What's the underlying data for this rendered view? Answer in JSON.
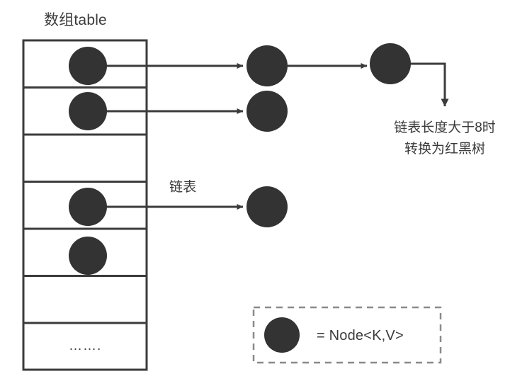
{
  "diagram": {
    "title": "数组table",
    "background_color": "#ffffff",
    "node_color": "#333333",
    "line_color": "#3b3b3b",
    "text_color": "#3b3b3b",
    "legend_border_color": "#8a8a8a"
  },
  "array": {
    "label": "数组table",
    "cell_count": 7,
    "dots_text": "…….",
    "cells": [
      {
        "index": 0,
        "has_node": true,
        "has_chain": true
      },
      {
        "index": 1,
        "has_node": true,
        "has_chain": true
      },
      {
        "index": 2,
        "has_node": false,
        "has_chain": false
      },
      {
        "index": 3,
        "has_node": true,
        "has_chain": true
      },
      {
        "index": 4,
        "has_node": true,
        "has_chain": false
      },
      {
        "index": 5,
        "has_node": false,
        "has_chain": false
      },
      {
        "index": 6,
        "has_node": false,
        "has_chain": false,
        "dots": "…….."
      }
    ]
  },
  "chains": [
    {
      "row": 0,
      "node_count": 3,
      "label": ""
    },
    {
      "row": 1,
      "node_count": 1,
      "label": ""
    },
    {
      "row": 3,
      "node_count": 1,
      "label": "链表"
    }
  ],
  "labels": {
    "linked_list": "链表"
  },
  "annotation": {
    "line1": "链表长度大于8时",
    "line2": "转换为红黑树"
  },
  "legend": {
    "symbol": "node-circle",
    "text": "= Node<K,V>"
  }
}
